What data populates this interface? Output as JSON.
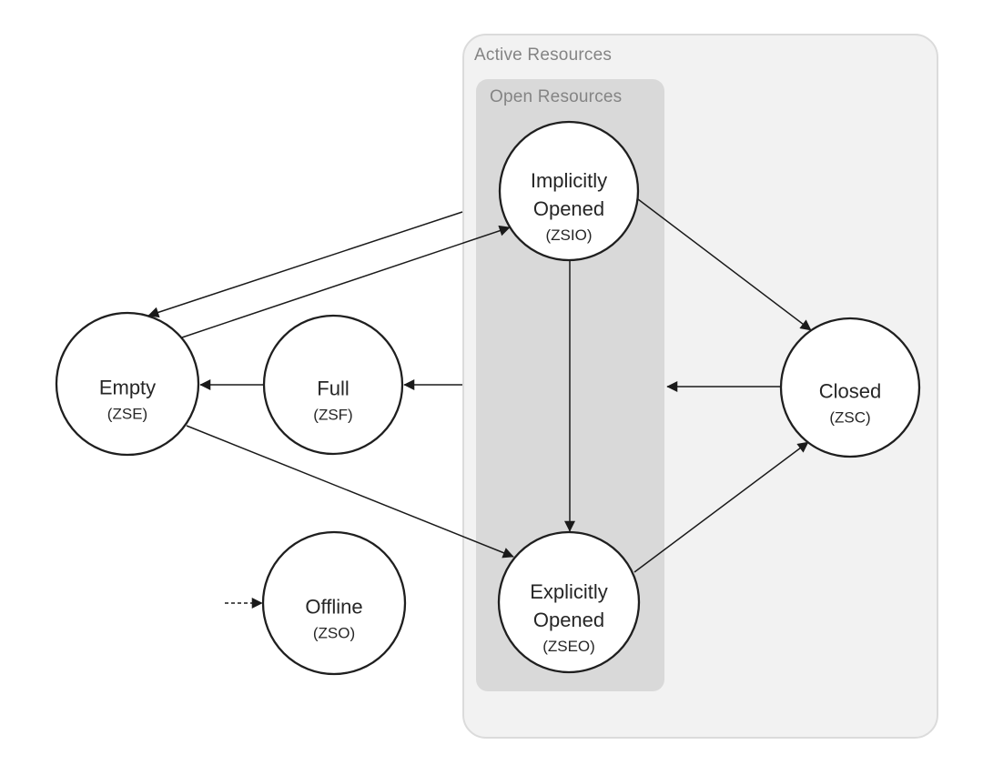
{
  "diagram": {
    "groups": {
      "active": {
        "label": "Active Resources"
      },
      "open": {
        "label": "Open Resources"
      }
    },
    "nodes": {
      "empty": {
        "label": "Empty",
        "code": "(ZSE)"
      },
      "full": {
        "label": "Full",
        "code": "(ZSF)"
      },
      "offline": {
        "label": "Offline",
        "code": "(ZSO)"
      },
      "implicitly_opened": {
        "line1": "Implicitly",
        "line2": "Opened",
        "code": "(ZSIO)"
      },
      "explicitly_opened": {
        "line1": "Explicitly",
        "line2": "Opened",
        "code": "(ZSEO)"
      },
      "closed": {
        "label": "Closed",
        "code": "(ZSC)"
      }
    },
    "edges": [
      {
        "from": "active-resources",
        "to": "empty",
        "style": "solid"
      },
      {
        "from": "empty",
        "to": "implicitly-opened",
        "style": "solid"
      },
      {
        "from": "full",
        "to": "empty",
        "style": "solid"
      },
      {
        "from": "active-resources",
        "to": "full",
        "style": "solid"
      },
      {
        "from": "closed",
        "to": "open-resources",
        "style": "solid"
      },
      {
        "from": "implicitly-opened",
        "to": "explicitly-opened",
        "style": "solid"
      },
      {
        "from": "empty",
        "to": "explicitly-opened",
        "style": "solid"
      },
      {
        "from": "explicitly-opened",
        "to": "closed",
        "style": "solid"
      },
      {
        "from": "implicitly-opened",
        "to": "closed",
        "style": "solid"
      },
      {
        "from": "initial-state",
        "to": "offline",
        "style": "dashed"
      }
    ],
    "colors": {
      "active_box_fill": "#f2f2f2",
      "active_box_border": "#dbdbdb",
      "open_box_fill": "#d9d9d9",
      "group_label_text": "#848484",
      "node_fill": "#ffffff",
      "node_stroke": "#1f1f1f",
      "edge_stroke": "#1a1a1a",
      "node_text": "#262626"
    }
  }
}
